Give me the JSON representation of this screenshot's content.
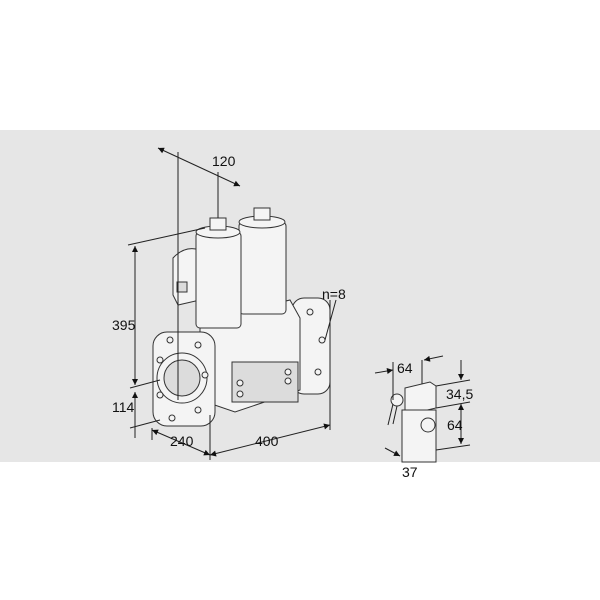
{
  "drawing": {
    "dimensions": {
      "coil_spacing": "120",
      "height": "395",
      "axis_height": "114",
      "depth": "240",
      "length": "400",
      "bolt_count": "n=8"
    },
    "actuator_dimensions": {
      "width": "64",
      "top_height": "34,5",
      "body_height": "64",
      "bottom": "37"
    },
    "colors": {
      "background_band": "#e6e6e6",
      "line": "#222222"
    }
  }
}
